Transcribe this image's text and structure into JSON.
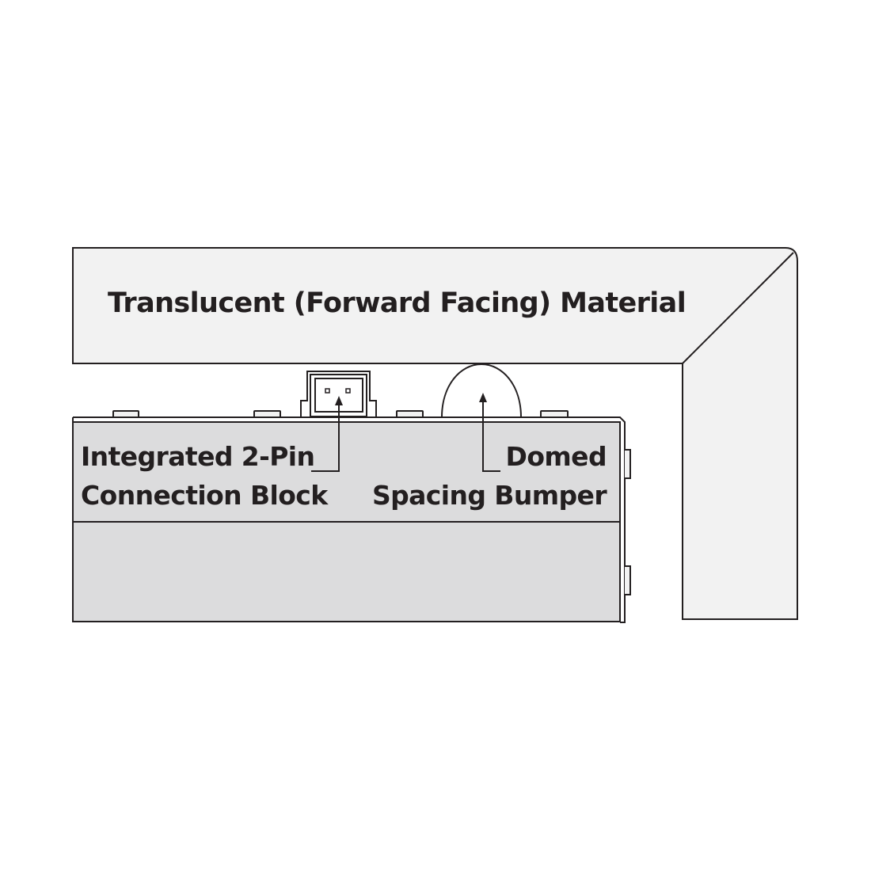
{
  "colors": {
    "outline": "#231f20",
    "material_fill": "#f2f2f2",
    "body_fill": "#dcdcdd",
    "background": "#ffffff"
  },
  "labels": {
    "material": "Translucent (Forward Facing) Material",
    "connection_line1": "Integrated 2-Pin",
    "connection_line2": "Connection Block",
    "bumper_line1": "Domed",
    "bumper_line2": "Spacing Bumper"
  },
  "icons": {
    "connector": "two-pin-connector-icon",
    "bumper": "dome-bumper-icon"
  }
}
